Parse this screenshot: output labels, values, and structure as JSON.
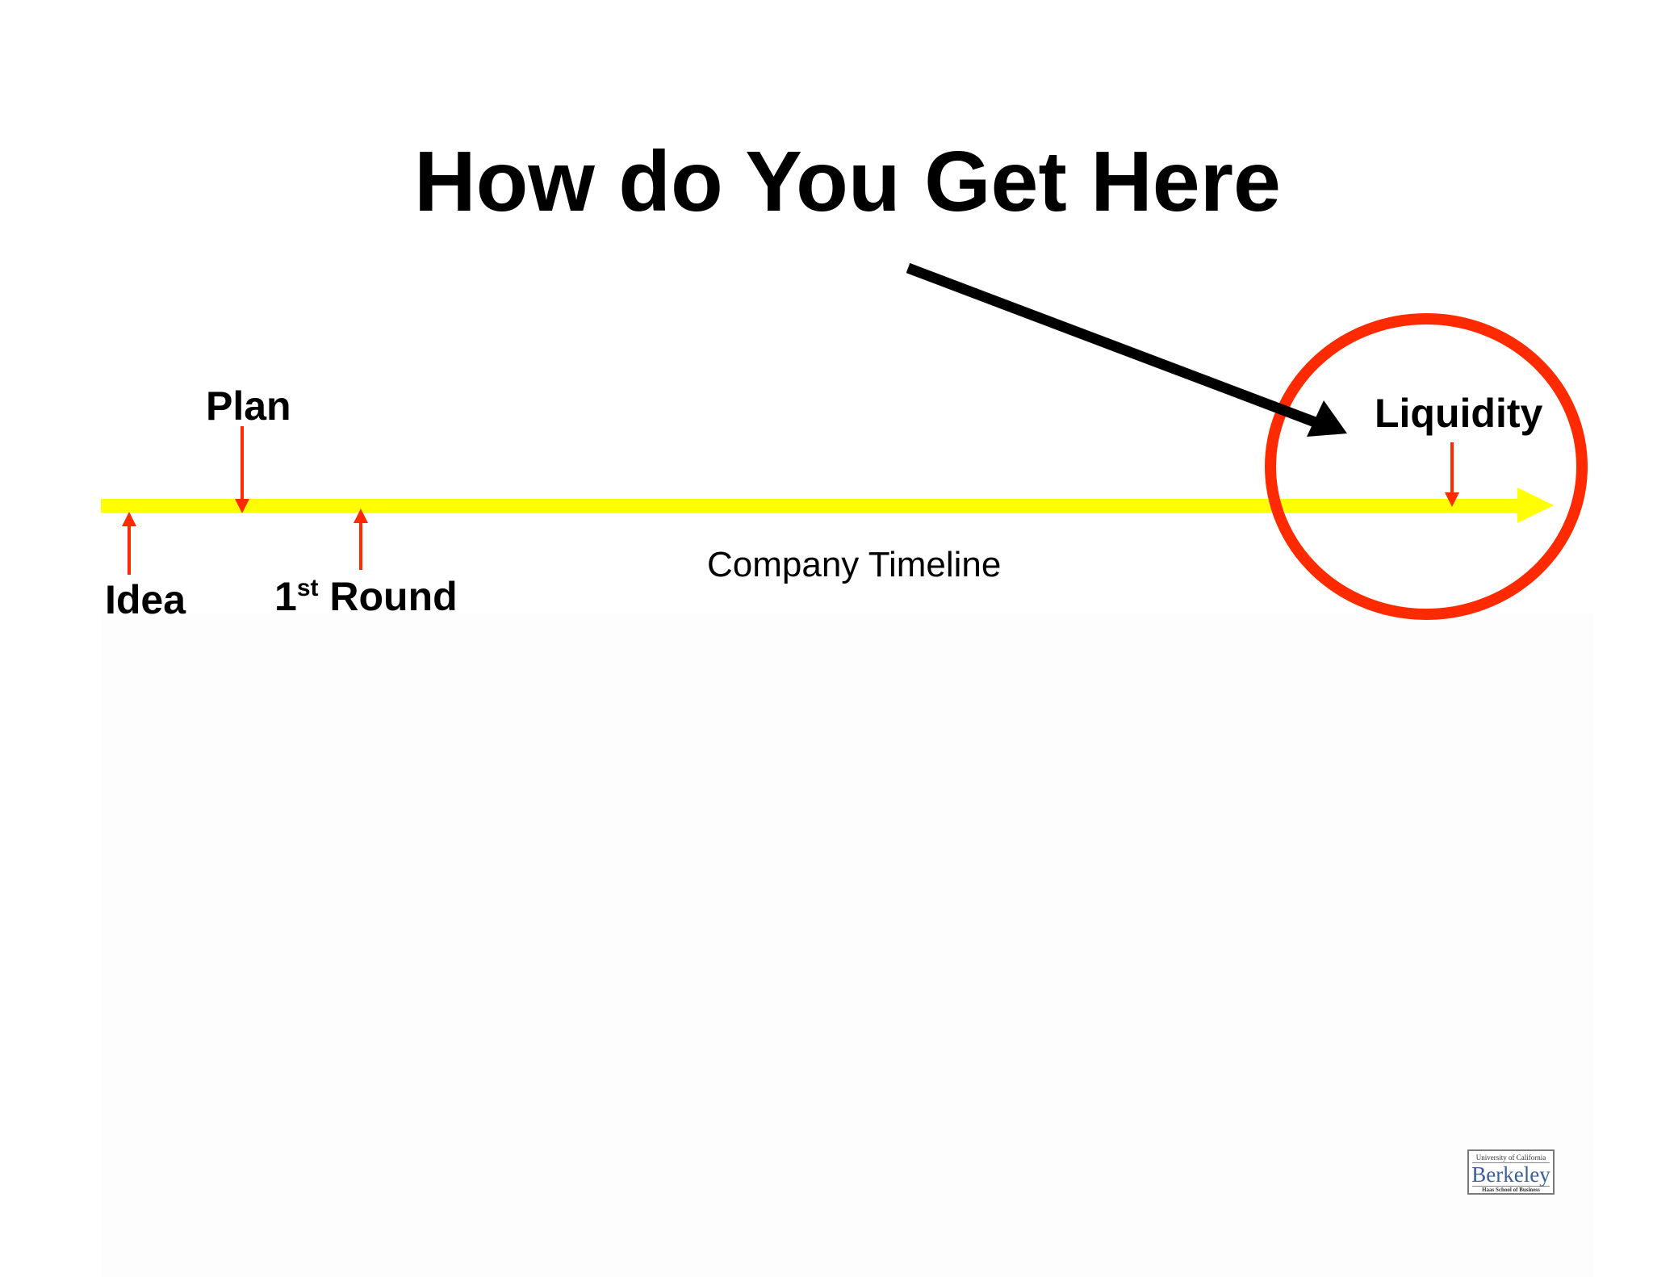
{
  "title": "How do You Get Here",
  "milestones": {
    "idea": "Idea",
    "plan": "Plan",
    "first_round_num": "1",
    "first_round_sup": "st",
    "first_round_word": "Round",
    "liquidity": "Liquidity"
  },
  "timeline_label": "Company Timeline",
  "logo": {
    "top": "University of California",
    "main": "Berkeley",
    "bottom": "Haas School of Business"
  },
  "colors": {
    "timeline": "#ffff00",
    "marker_arrows": "#ff2a00",
    "highlight_circle": "#ff2a00",
    "pointer_arrow": "#000000",
    "text": "#000000"
  }
}
